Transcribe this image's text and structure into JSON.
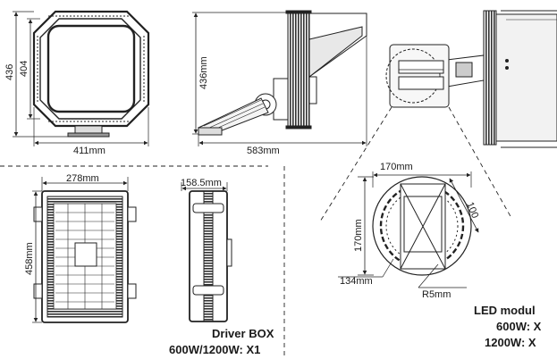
{
  "front_view": {
    "height_outer": "436",
    "height_inner": "404",
    "width": "411mm"
  },
  "side_view": {
    "height": "436mm",
    "depth": "583mm"
  },
  "driver_box": {
    "width": "278mm",
    "height": "458mm",
    "depth": "158.5mm",
    "caption_line1": "Driver BOX",
    "caption_line2": "600W/1200W: X1"
  },
  "led_module": {
    "width": "170mm",
    "height": "170mm",
    "diagonal": "100",
    "hole_spacing": "134mm",
    "radius": "R5mm",
    "caption_line1": "LED modul",
    "caption_line2": "600W: X",
    "caption_line3": "1200W: X"
  }
}
